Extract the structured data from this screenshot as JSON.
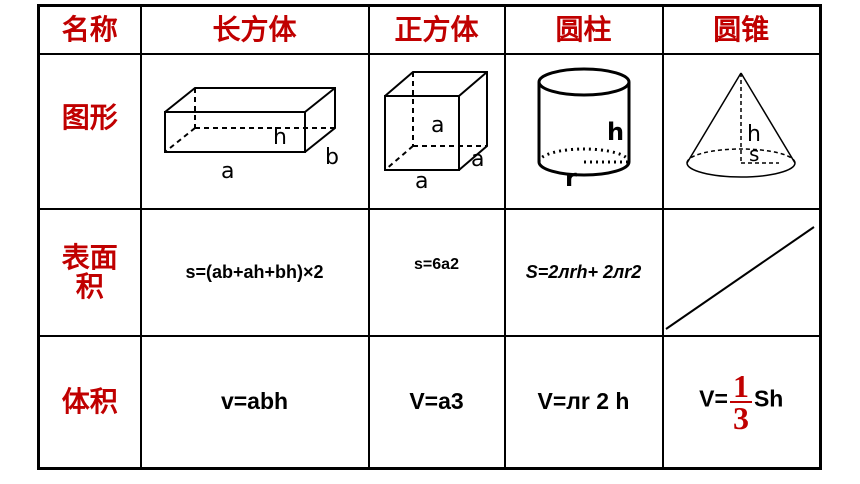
{
  "header": {
    "col_name": "名称",
    "col_cuboid": "长方体",
    "col_cube": "正方体",
    "col_cylinder": "圆柱",
    "col_cone": "圆锥"
  },
  "rows": {
    "figure_label": "图形",
    "surface_label_1": "表面",
    "surface_label_2": "积",
    "volume_label": "体积"
  },
  "figure_labels": {
    "cuboid_h": "h",
    "cuboid_b": "b",
    "cuboid_a": "a",
    "cube_a_inner": "a",
    "cube_a_bottom": "a",
    "cube_a_side": "a",
    "cylinder_h": "h",
    "cylinder_r": "r",
    "cone_h": "h",
    "cone_s": "s"
  },
  "surface": {
    "cuboid": "s=(ab+ah+bh)×2",
    "cube": "s=6a2",
    "cylinder": "S=2лrh+ 2лr2"
  },
  "volume": {
    "cuboid": "v=abh",
    "cube": "V=a3",
    "cylinder": "V=лr 2 h",
    "cone_prefix": "V=",
    "cone_num": "1",
    "cone_den": "3",
    "cone_suffix": "Sh"
  }
}
